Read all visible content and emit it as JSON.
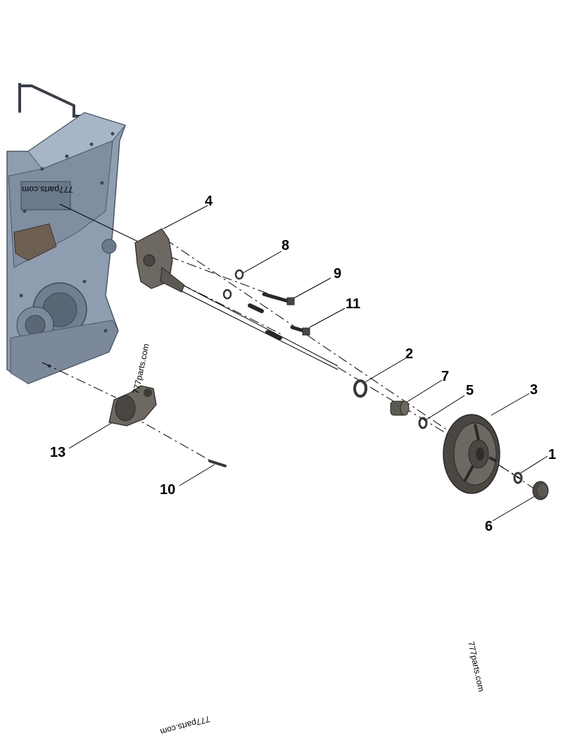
{
  "callouts": [
    "1",
    "2",
    "3",
    "4",
    "5",
    "6",
    "7",
    "8",
    "9",
    "10",
    "11",
    "13"
  ],
  "watermark": "777parts.com",
  "colors": {
    "housing": "#8e9db0",
    "housing_dark": "#5f6c7c",
    "part_dark": "#4a4742",
    "part_mid": "#6d6861",
    "line": "#000000"
  }
}
